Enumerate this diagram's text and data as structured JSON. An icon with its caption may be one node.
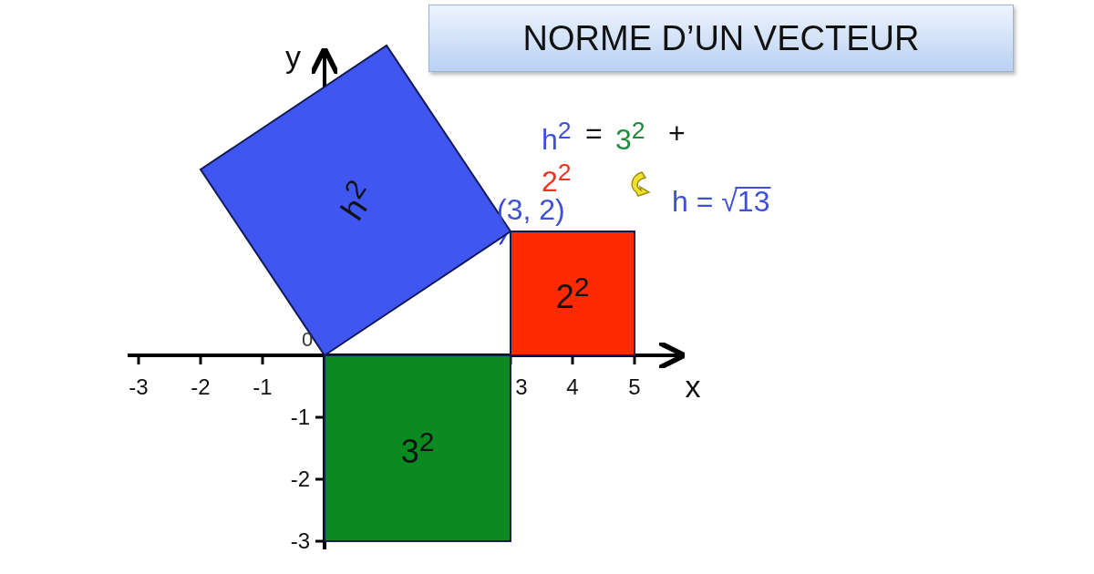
{
  "diagram": {
    "title": "NORME D’UN VECTEUR",
    "nodes": [
      {
        "text": [
          "h$^{2}$"
        ]
      },
      {
        "text": [
          "2$^{2}$"
        ]
      },
      {
        "text": [
          "3$^{2}$"
        ]
      }
    ],
    "labels": [
      "y",
      "0",
      "(3, 2)",
      "h$^{2}$",
      "=",
      "3$^{2}$",
      "+",
      "2$^{2}$",
      "h = √13",
      "-3",
      "-2",
      "-1",
      "3",
      "4",
      "5",
      "x",
      "-1",
      "-2",
      "-3"
    ]
  }
}
